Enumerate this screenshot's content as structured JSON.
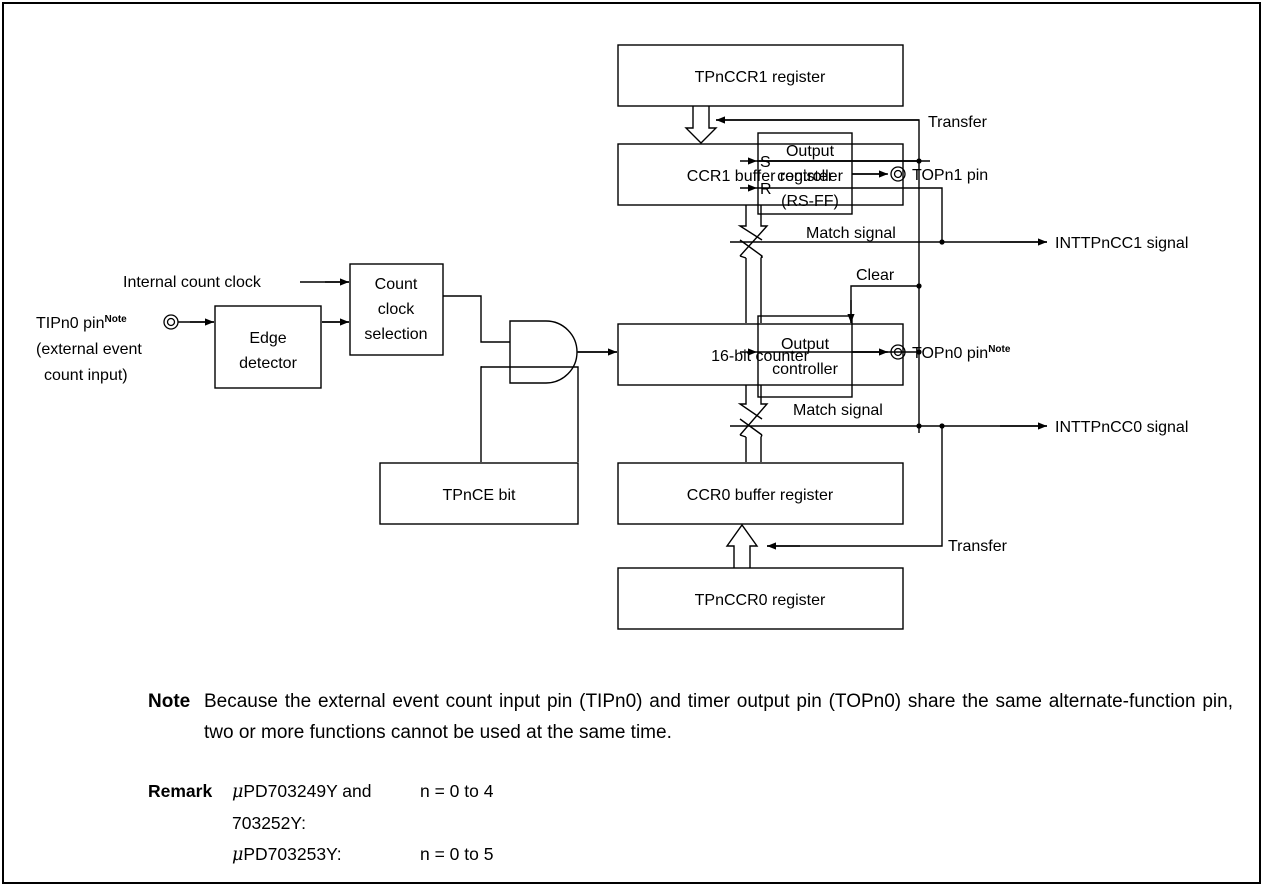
{
  "blocks": {
    "tpnccr1_register": "TPnCCR1 register",
    "ccr1_buffer": "CCR1 buffer register",
    "count_clock_line1": "Count",
    "count_clock_line2": "clock",
    "count_clock_line3": "selection",
    "edge_detector_line1": "Edge",
    "edge_detector_line2": "detector",
    "counter_16bit": "16-bit counter",
    "tpnce_bit": "TPnCE bit",
    "ccr0_buffer": "CCR0 buffer register",
    "tpnccr0_register": "TPnCCR0 register",
    "output_ctrl1_line1": "Output",
    "output_ctrl1_line2": "controller",
    "output_ctrl1_line3": "(RS-FF)",
    "output_ctrl0_line1": "Output",
    "output_ctrl0_line2": "controller",
    "set_label": "S",
    "reset_label": "R"
  },
  "labels": {
    "transfer_top": "Transfer",
    "transfer_bottom": "Transfer",
    "match_signal_top": "Match signal",
    "match_signal_bottom": "Match signal",
    "clear": "Clear",
    "internal_count_clock": "Internal count clock",
    "tipn0_pin": "TIPn0 pin",
    "note_sup": "Note",
    "external_event_line1": "(external event",
    "external_event_line2": "count input)",
    "topn1_pin": "TOPn1 pin",
    "topn0_pin": "TOPn0 pin",
    "inttpncc1": "INTTPnCC1 signal",
    "inttpncc0": "INTTPnCC0 signal"
  },
  "note": {
    "label": "Note",
    "text": "Because the external event count input pin (TIPn0) and timer output pin (TOPn0) share the same alternate-function pin, two or more functions cannot be used at the same time."
  },
  "remark": {
    "label": "Remark",
    "rows": [
      {
        "mu": "μ",
        "device": "PD703249Y and 703252Y:",
        "range": "n = 0 to 4"
      },
      {
        "mu": "μ",
        "device": "PD703253Y:",
        "range": "n = 0 to 5"
      }
    ]
  }
}
